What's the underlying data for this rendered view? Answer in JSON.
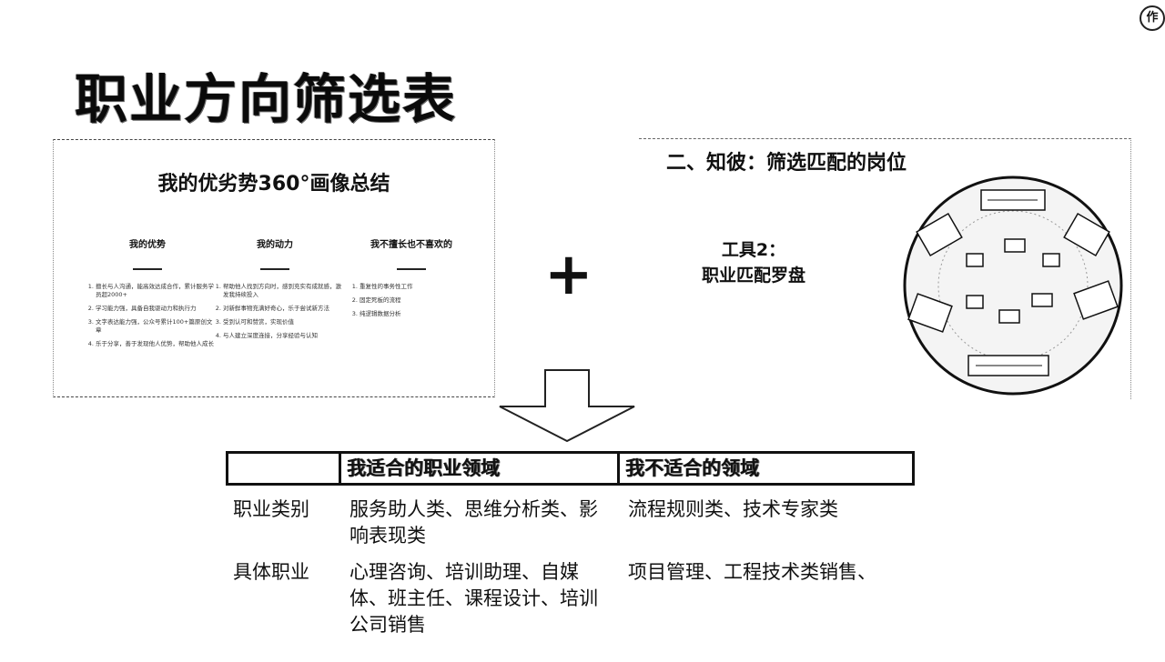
{
  "corner_badge": "作",
  "title": "职业方向筛选表",
  "left_slide": {
    "title": "我的优劣势360°画像总结",
    "columns": [
      {
        "heading": "我的优势",
        "items": [
          "擅长与人沟通，能高效达成合作，累计服务学员超2000+",
          "学习能力强，具备自我驱动力和执行力",
          "文字表达能力强，公众号累计100+篇原创文章",
          "乐于分享，善于发现他人优势，帮助他人成长"
        ]
      },
      {
        "heading": "我的动力",
        "items": [
          "帮助他人找到方向时，感到充实有成就感，激发我持续投入",
          "对新鲜事物充满好奇心，乐于尝试新方法",
          "受到认可和赞赏，实现价值",
          "与人建立深度连接，分享经验与认知"
        ]
      },
      {
        "heading": "我不擅长也不喜欢的",
        "items": [
          "重复性的事务性工作",
          "固定死板的流程",
          "纯逻辑数据分析"
        ]
      }
    ]
  },
  "plus_sign": "+",
  "right_slide": {
    "title": "二、知彼：筛选匹配的岗位",
    "tool_line1": "工具2：",
    "tool_line2": "职业匹配罗盘"
  },
  "table": {
    "headers": [
      "",
      "我适合的职业领域",
      "我不适合的领域"
    ],
    "rows": [
      {
        "label": "职业类别",
        "fit": "服务助人类、思维分析类、影响表现类",
        "unfit": "流程规则类、技术专家类"
      },
      {
        "label": "具体职业",
        "fit": "心理咨询、培训助理、自媒体、班主任、课程设计、培训公司销售",
        "unfit": "项目管理、工程技术类销售、"
      }
    ]
  }
}
